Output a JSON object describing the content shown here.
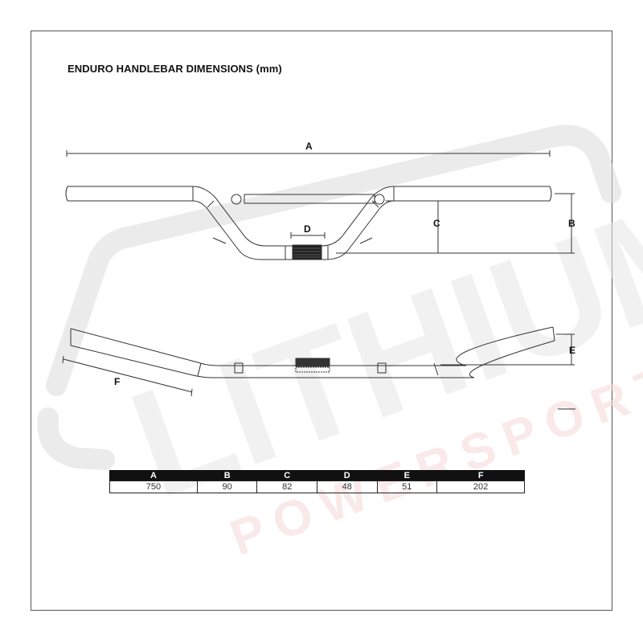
{
  "title": "ENDURO HANDLEBAR DIMENSIONS (mm)",
  "watermark": {
    "brand": "LITHIUM",
    "sub": "POWERSPORTS",
    "color": "#e9e9e9",
    "sub_color": "#f7dcdc"
  },
  "diagram": {
    "front_view_labels": {
      "A": "A",
      "B": "B",
      "C": "C",
      "D": "D"
    },
    "side_view_labels": {
      "E": "E",
      "F": "F"
    }
  },
  "table": {
    "headers": [
      "A",
      "B",
      "C",
      "D",
      "E",
      "F"
    ],
    "values": [
      "750",
      "90",
      "82",
      "48",
      "51",
      "202"
    ]
  },
  "chart_data": {
    "type": "table",
    "title": "ENDURO HANDLEBAR DIMENSIONS (mm)",
    "columns": [
      "A",
      "B",
      "C",
      "D",
      "E",
      "F"
    ],
    "rows": [
      [
        750,
        90,
        82,
        48,
        51,
        202
      ]
    ]
  }
}
